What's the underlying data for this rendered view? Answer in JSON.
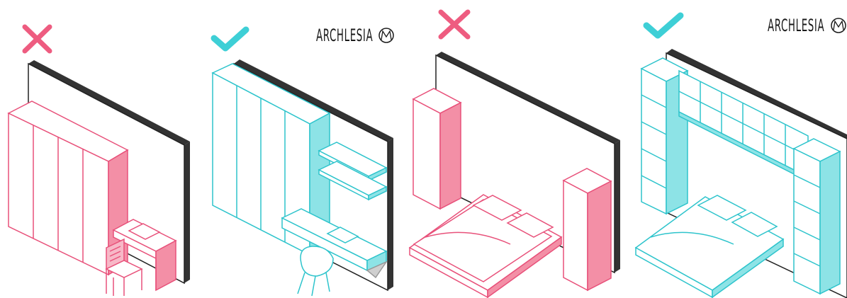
{
  "colors": {
    "wrong": "#ee5c80",
    "right": "#3ecfd6",
    "wrong_fill": "#f38fa6",
    "right_fill": "#8de3e6",
    "wall": "#333333"
  },
  "brand": {
    "label": "ARCHLESIA",
    "icon": "m-circle-logo-icon"
  },
  "panels": [
    {
      "verdict_icon": "cross-icon",
      "verdict": "wrong"
    },
    {
      "verdict_icon": "check-icon",
      "verdict": "right"
    },
    {
      "verdict_icon": "cross-icon",
      "verdict": "wrong"
    },
    {
      "verdict_icon": "check-icon",
      "verdict": "right"
    }
  ]
}
